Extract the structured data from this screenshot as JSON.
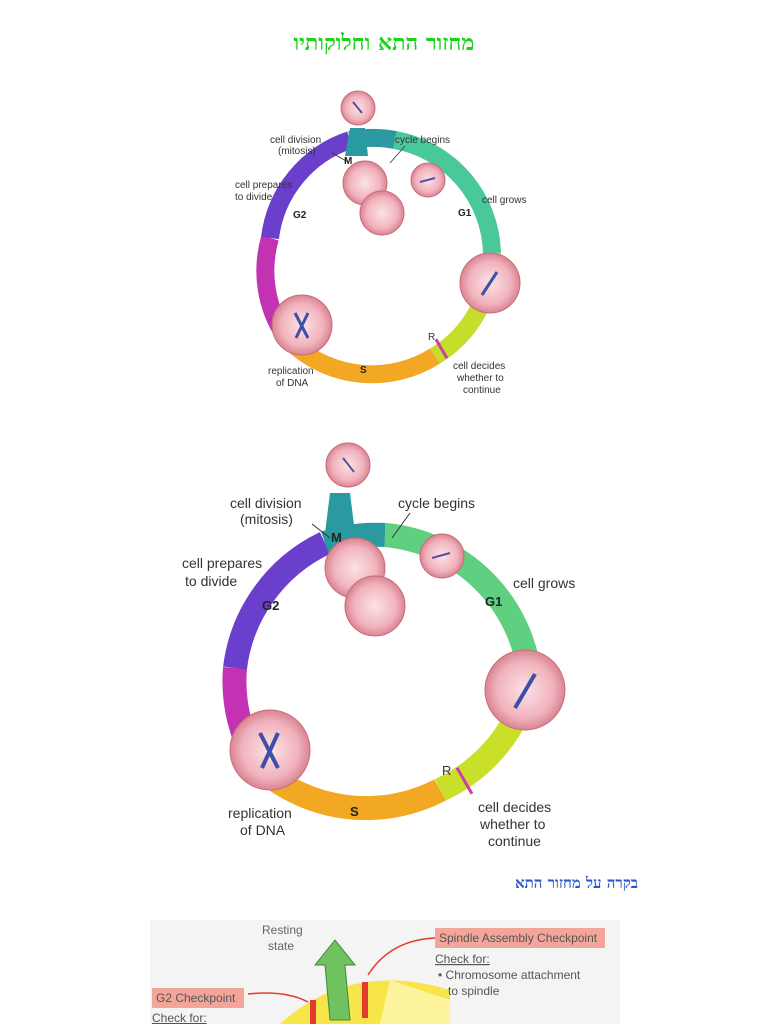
{
  "page": {
    "title": "מחזור התא וחלוקותיו",
    "subtitle": "בקרה על מחזור התא"
  },
  "cycle": {
    "labels": {
      "cell_division": "cell division",
      "mitosis": "(mitosis)",
      "cycle_begins": "cycle begins",
      "cell_grows": "cell grows",
      "cell_prepares_1": "cell prepares",
      "cell_prepares_2": "to divide",
      "replication_1": "replication",
      "replication_2": "of DNA",
      "decides_1": "cell decides",
      "decides_2": "whether to",
      "decides_3": "continue"
    },
    "phases": {
      "m": "M",
      "g1": "G1",
      "g2": "G2",
      "s": "S",
      "r": "R"
    }
  },
  "checkpoint": {
    "resting_1": "Resting",
    "resting_2": "state",
    "spindle_title": "Spindle Assembly Checkpoint",
    "spindle_check": "Check for:",
    "spindle_item_1": "• Chromosome attachment",
    "spindle_item_2": "to spindle",
    "g2_title": "G2 Checkpoint",
    "g2_check": "Check for:"
  },
  "colors": {
    "title": "#18d418",
    "subtitle": "#2a58c8",
    "checkpoint_box": "#f3a59a"
  }
}
